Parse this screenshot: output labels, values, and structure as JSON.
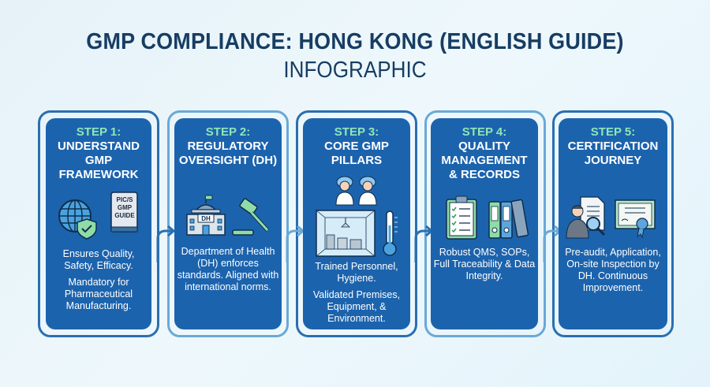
{
  "header": {
    "title": "GMP COMPLIANCE: HONG KONG (ENGLISH GUIDE)",
    "subtitle": "INFOGRAPHIC"
  },
  "colors": {
    "title": "#173d63",
    "card_bg": "#1c63ad",
    "step_label": "#8ee6b6",
    "outer_border": "#2a6fae",
    "background": "#e6f2f8"
  },
  "steps": [
    {
      "label": "STEP 1:",
      "title": [
        "UNDERSTAND",
        "GMP",
        "FRAMEWORK"
      ],
      "icons": [
        "globe-shield-icon",
        "pic-s-gmp-guide-book-icon"
      ],
      "book_text": [
        "PIC/S",
        "GMP",
        "GUIDE"
      ],
      "desc": [
        "Ensures Quality, Safety, Efficacy.",
        "Mandatory for Pharmaceutical Manufacturing."
      ]
    },
    {
      "label": "STEP 2:",
      "title": [
        "REGULATORY",
        "OVERSIGHT (DH)"
      ],
      "icons": [
        "government-building-icon",
        "gavel-icon"
      ],
      "building_text": "DH",
      "desc": [
        "Department of Health (DH) enforces standards. Aligned with international norms."
      ]
    },
    {
      "label": "STEP 3:",
      "title": [
        "CORE GMP",
        "PILLARS"
      ],
      "icons": [
        "personnel-icon",
        "cleanroom-icon",
        "thermometer-icon"
      ],
      "desc": [
        "Trained Personnel, Hygiene.",
        "Validated Premises, Equipment, & Environment."
      ]
    },
    {
      "label": "STEP 4:",
      "title": [
        "QUALITY",
        "MANAGEMENT",
        "& RECORDS"
      ],
      "icons": [
        "checklist-clipboard-icon",
        "binders-icon"
      ],
      "desc": [
        "Robust QMS, SOPs, Full Traceability & Data Integrity."
      ]
    },
    {
      "label": "STEP 5:",
      "title": [
        "CERTIFICATION",
        "JOURNEY"
      ],
      "icons": [
        "inspector-magnifier-icon",
        "certificate-icon"
      ],
      "desc": [
        "Pre-audit, Application, On-site Inspection by DH. Continuous Improvement."
      ]
    }
  ]
}
